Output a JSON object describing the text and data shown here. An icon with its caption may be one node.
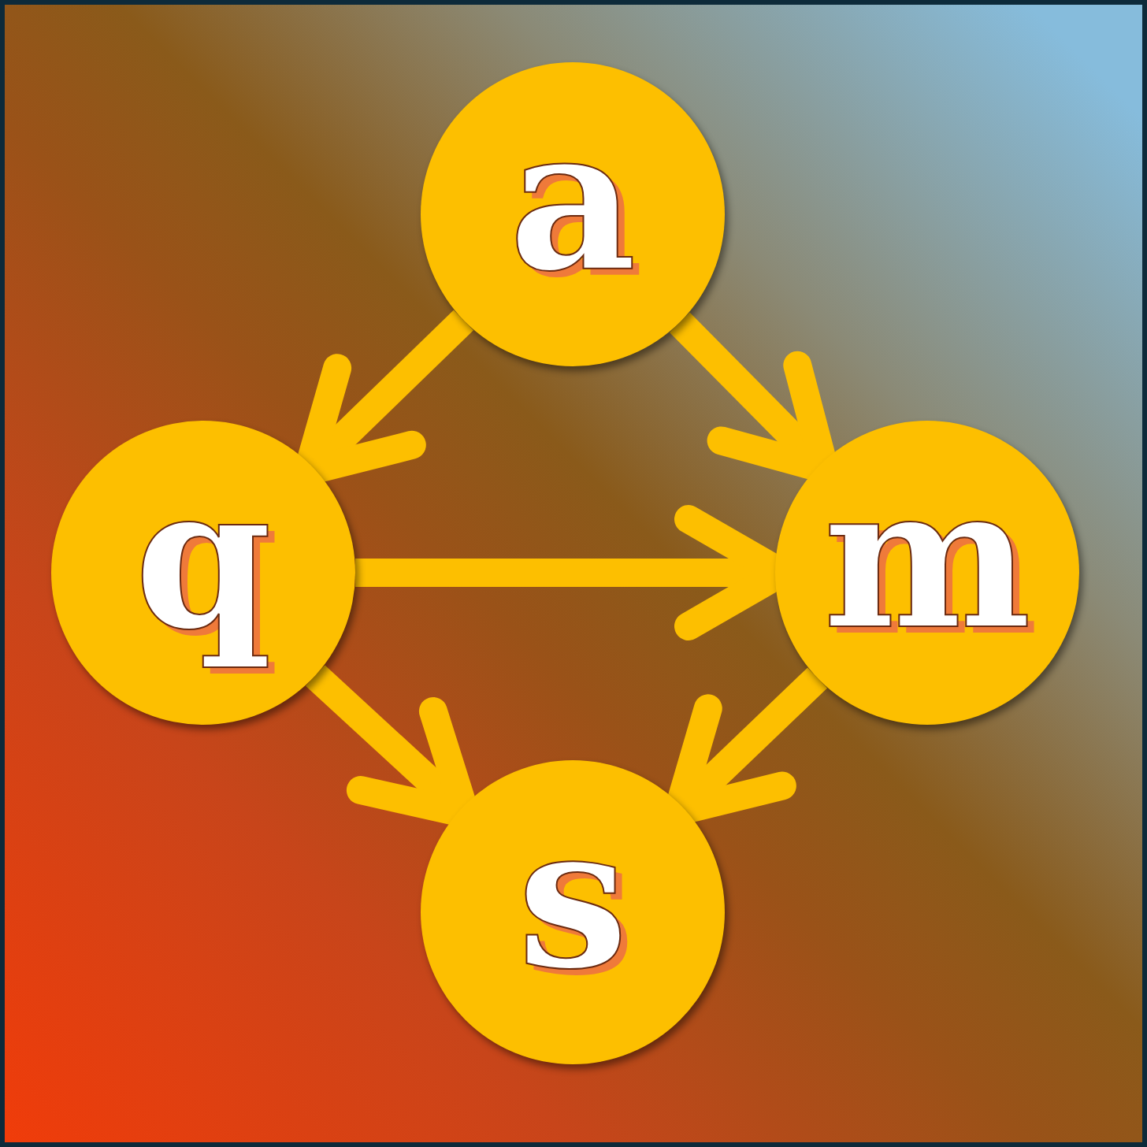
{
  "diagram": {
    "nodes": [
      {
        "text": [
          "a"
        ]
      },
      {
        "text": [
          "q"
        ]
      },
      {
        "text": [
          "m"
        ]
      },
      {
        "text": [
          "s"
        ]
      }
    ],
    "edges": [
      {
        "from": 0,
        "to": 1,
        "arrow": "to"
      },
      {
        "from": 0,
        "to": 2,
        "arrow": "to"
      },
      {
        "from": 1,
        "to": 2,
        "arrow": "to"
      },
      {
        "from": 1,
        "to": 3,
        "arrow": "to"
      },
      {
        "from": 2,
        "to": 3,
        "arrow": "to"
      }
    ]
  }
}
